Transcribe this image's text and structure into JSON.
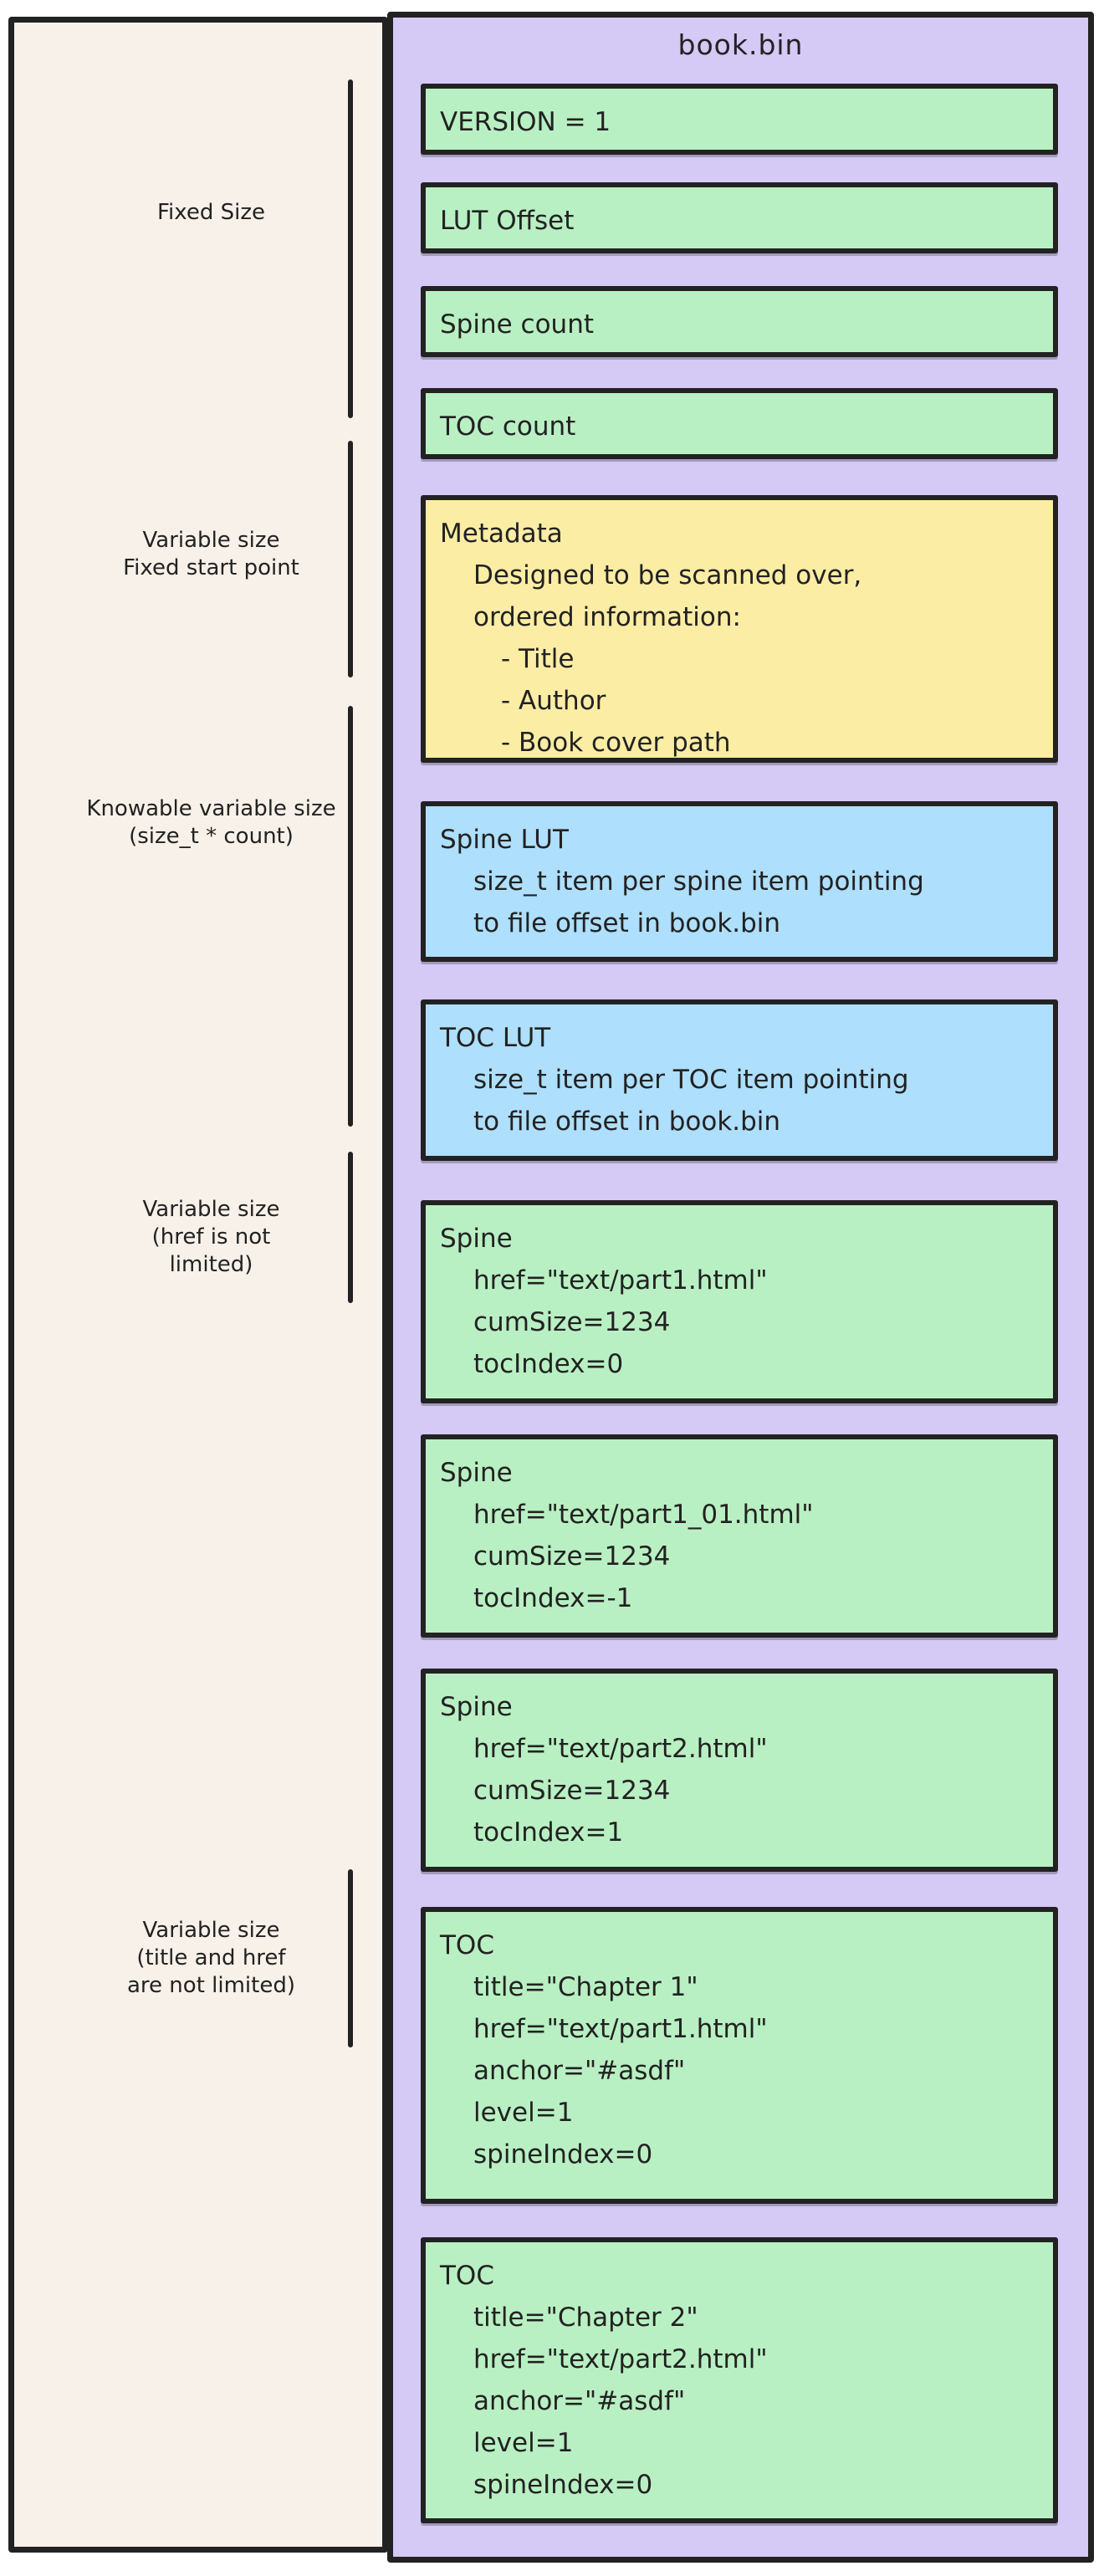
{
  "title": "book.bin",
  "palette": {
    "page_bg": "#ffffff",
    "annotation_panel_bg": "#f8f1e9",
    "container_bg": "#d5c9f6",
    "box_green": "#b9f0c3",
    "box_blue": "#aedffc",
    "box_yellow": "#fceda5",
    "ink": "#222222"
  },
  "side_labels": [
    {
      "name": "fixed-size",
      "lines": [
        "Fixed Size"
      ]
    },
    {
      "name": "variable-size-fixed-start",
      "lines": [
        "Variable size",
        "Fixed start point"
      ]
    },
    {
      "name": "knowable-variable-size",
      "lines": [
        "Knowable variable size",
        "(size_t * count)"
      ]
    },
    {
      "name": "variable-size-href",
      "lines": [
        "Variable size",
        "(href is not",
        "limited)"
      ]
    },
    {
      "name": "variable-size-title-href",
      "lines": [
        "Variable size",
        "(title and href",
        "are not limited)"
      ]
    }
  ],
  "boxes": [
    {
      "id": "version",
      "color": "green",
      "title": "VERSION = 1",
      "lines": []
    },
    {
      "id": "lut-offset",
      "color": "green",
      "title": "LUT Offset",
      "lines": []
    },
    {
      "id": "spine-count",
      "color": "green",
      "title": "Spine count",
      "lines": []
    },
    {
      "id": "toc-count",
      "color": "green",
      "title": "TOC count",
      "lines": []
    },
    {
      "id": "metadata",
      "color": "yellow",
      "title": "Metadata",
      "lines": [
        "Designed to be scanned over,",
        "ordered information:",
        "- Title",
        "- Author",
        "- Book cover path"
      ]
    },
    {
      "id": "spine-lut",
      "color": "blue",
      "title": "Spine LUT",
      "lines": [
        "size_t item per spine item pointing",
        "to file offset in book.bin"
      ]
    },
    {
      "id": "toc-lut",
      "color": "blue",
      "title": "TOC LUT",
      "lines": [
        "size_t item per TOC item pointing",
        "to file offset in book.bin"
      ]
    },
    {
      "id": "spine-1",
      "color": "green",
      "title": "Spine",
      "lines": [
        "href=\"text/part1.html\"",
        "cumSize=1234",
        "tocIndex=0"
      ]
    },
    {
      "id": "spine-2",
      "color": "green",
      "title": "Spine",
      "lines": [
        "href=\"text/part1_01.html\"",
        "cumSize=1234",
        "tocIndex=-1"
      ]
    },
    {
      "id": "spine-3",
      "color": "green",
      "title": "Spine",
      "lines": [
        "href=\"text/part2.html\"",
        "cumSize=1234",
        "tocIndex=1"
      ]
    },
    {
      "id": "toc-1",
      "color": "green",
      "title": "TOC",
      "lines": [
        "title=\"Chapter 1\"",
        "href=\"text/part1.html\"",
        "anchor=\"#asdf\"",
        "level=1",
        "spineIndex=0"
      ]
    },
    {
      "id": "toc-2",
      "color": "green",
      "title": "TOC",
      "lines": [
        "title=\"Chapter 2\"",
        "href=\"text/part2.html\"",
        "anchor=\"#asdf\"",
        "level=1",
        "spineIndex=0"
      ]
    }
  ]
}
